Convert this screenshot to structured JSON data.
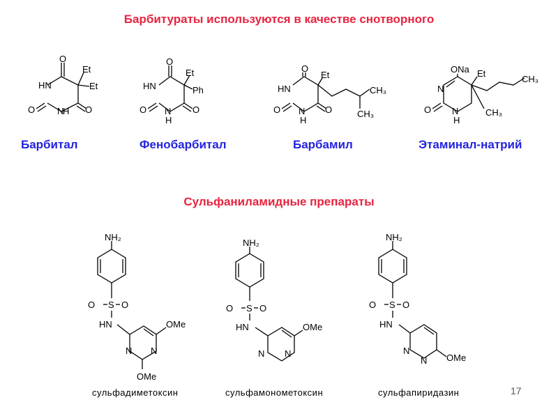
{
  "titles": {
    "barbiturates": "Барбитураты используются в качестве снотворного",
    "sulfonamides": "Сульфаниламидные препараты"
  },
  "barbiturates": [
    {
      "name": "Барбитал"
    },
    {
      "name": "Фенобарбитал"
    },
    {
      "name": "Барбамил"
    },
    {
      "name": "Этаминал-натрий"
    }
  ],
  "sulfonamides": [
    {
      "name": "сульфадиметоксин"
    },
    {
      "name": "сульфамонометоксин"
    },
    {
      "name": "сульфапиридазин"
    }
  ],
  "atoms": {
    "O": "O",
    "HN": "HN",
    "NH": "N",
    "H": "H",
    "N": "N",
    "S": "S",
    "Et": "Et",
    "Ph": "Ph",
    "CH3": "CH₃",
    "ONa": "ONa",
    "NH2": "NH₂",
    "OMe": "OMe"
  },
  "page_number": "17",
  "colors": {
    "title": "#e8233f",
    "name": "#2323e0",
    "structure": "#000000"
  }
}
